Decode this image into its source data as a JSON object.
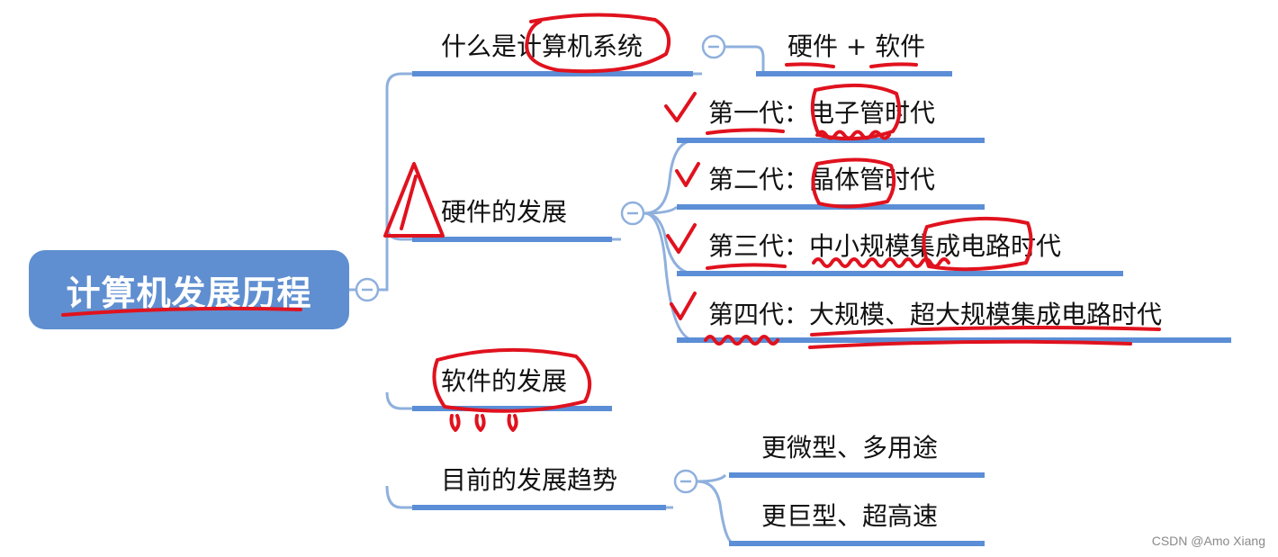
{
  "root": {
    "label": "计算机发展历程"
  },
  "branches": [
    {
      "id": "what",
      "label": "什么是计算机系统",
      "children": [
        "硬件 + 软件"
      ]
    },
    {
      "id": "hardware",
      "label": "硬件的发展",
      "children": [
        "第一代：电子管时代",
        "第二代：晶体管时代",
        "第三代：中小规模集成电路时代",
        "第四代：大规模、超大规模集成电路时代"
      ]
    },
    {
      "id": "software",
      "label": "软件的发展",
      "children": []
    },
    {
      "id": "trend",
      "label": "目前的发展趋势",
      "children": [
        "更微型、多用途",
        "更巨型、超高速"
      ]
    }
  ],
  "toggle_symbol": "−",
  "colors": {
    "root_fill": "#5f8fd0",
    "branch_line": "#5b8ed6",
    "connector": "#8fb0dd",
    "annotation": "#e0121e"
  },
  "watermark": "CSDN @Amo Xiang"
}
